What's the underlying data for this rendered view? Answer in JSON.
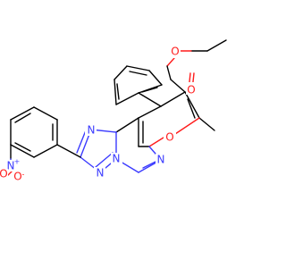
{
  "molecule": {
    "atoms": [
      {
        "id": "o_carbonyl",
        "label": "O",
        "color": "#ff1c1c"
      },
      {
        "id": "o_ester",
        "label": "O",
        "color": "#ff1c1c"
      },
      {
        "id": "o_pyran",
        "label": "O",
        "color": "#ff1c1c"
      },
      {
        "id": "n_triazole_a",
        "label": "N",
        "color": "#3b3bff"
      },
      {
        "id": "n_triazole_b",
        "label": "N",
        "color": "#3b3bff"
      },
      {
        "id": "n_triazole_c",
        "label": "N",
        "color": "#3b3bff"
      },
      {
        "id": "n_pyrimidine",
        "label": "N",
        "color": "#3b3bff"
      },
      {
        "id": "n_nitro",
        "label": "N",
        "charge": "+",
        "color": "#3b3bff"
      },
      {
        "id": "o_nitro_top",
        "label": "O",
        "color": "#ff1c1c"
      },
      {
        "id": "o_nitro_bottom",
        "label": "O",
        "charge": "-",
        "color": "#ff1c1c"
      }
    ]
  }
}
